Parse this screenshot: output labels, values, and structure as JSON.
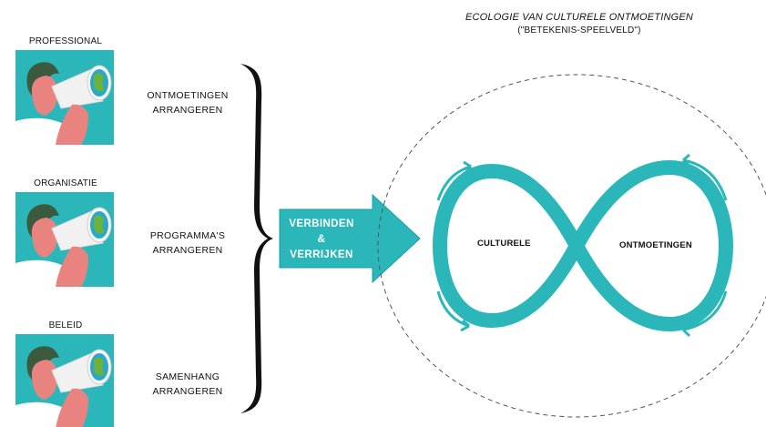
{
  "roles": [
    {
      "label": "PROFESSIONAL",
      "icon": "spyglass-person-icon"
    },
    {
      "label": "ORGANISATIE",
      "icon": "spyglass-person-icon"
    },
    {
      "label": "BELEID",
      "icon": "spyglass-person-icon"
    }
  ],
  "actions": [
    {
      "line1": "ONTMOETINGEN",
      "line2": "ARRANGEREN"
    },
    {
      "line1": "PROGRAMMA'S",
      "line2": "ARRANGEREN"
    },
    {
      "line1": "SAMENHANG",
      "line2": "ARRANGEREN"
    }
  ],
  "arrow": {
    "line1": "VERBINDEN",
    "line2": "&",
    "line3": "VERRIJKEN"
  },
  "ecology": {
    "title": "ECOLOGIE VAN CULTURELE ONTMOETINGEN",
    "subtitle": "(\"BETEKENIS-SPEELVELD\")",
    "left_loop": "CULTURELE",
    "right_loop": "ONTMOETINGEN"
  },
  "colors": {
    "teal": "#2bb7b9",
    "teal_dark": "#1a9fa3",
    "skin": "#e9837f",
    "hair": "#3c5a3d",
    "globe_green": "#6bb33a"
  }
}
